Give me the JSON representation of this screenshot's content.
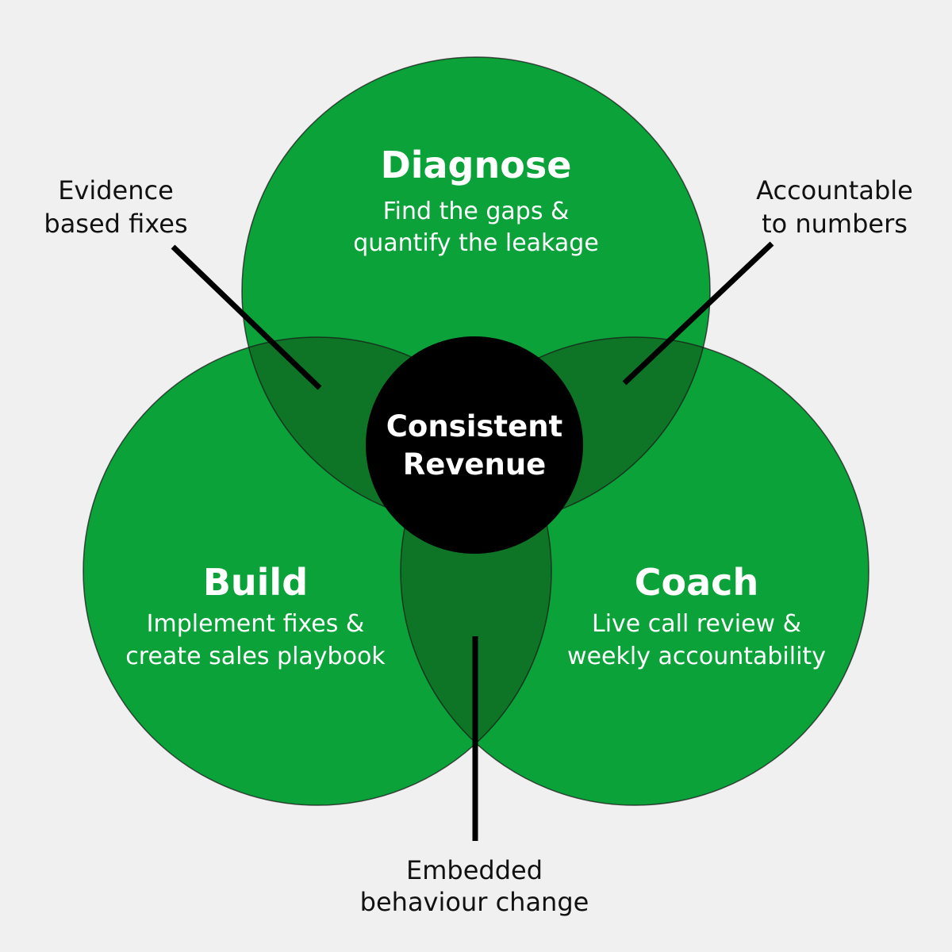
{
  "colors": {
    "background": "#f0f0f0",
    "circle_green": "#0aa239",
    "overlap_green": "#0e7526",
    "center_black": "#000000",
    "line_black": "#000000",
    "callout_text": "#111111",
    "circle_text": "#ffffff",
    "circle_outline": "#1a1a1a"
  },
  "circles": {
    "diagnose": {
      "title": "Diagnose",
      "subtitle_line1": "Find the gaps &",
      "subtitle_line2": "quantify the leakage"
    },
    "build": {
      "title": "Build",
      "subtitle_line1": "Implement fixes &",
      "subtitle_line2": "create sales playbook"
    },
    "coach": {
      "title": "Coach",
      "subtitle_line1": "Live call review &",
      "subtitle_line2": "weekly accountability"
    }
  },
  "center": {
    "line1": "Consistent",
    "line2": "Revenue"
  },
  "callouts": {
    "evidence": {
      "line1": "Evidence",
      "line2": "based fixes"
    },
    "accountable": {
      "line1": "Accountable",
      "line2": "to numbers"
    },
    "embedded": {
      "line1": "Embedded",
      "line2": "behaviour change"
    }
  }
}
